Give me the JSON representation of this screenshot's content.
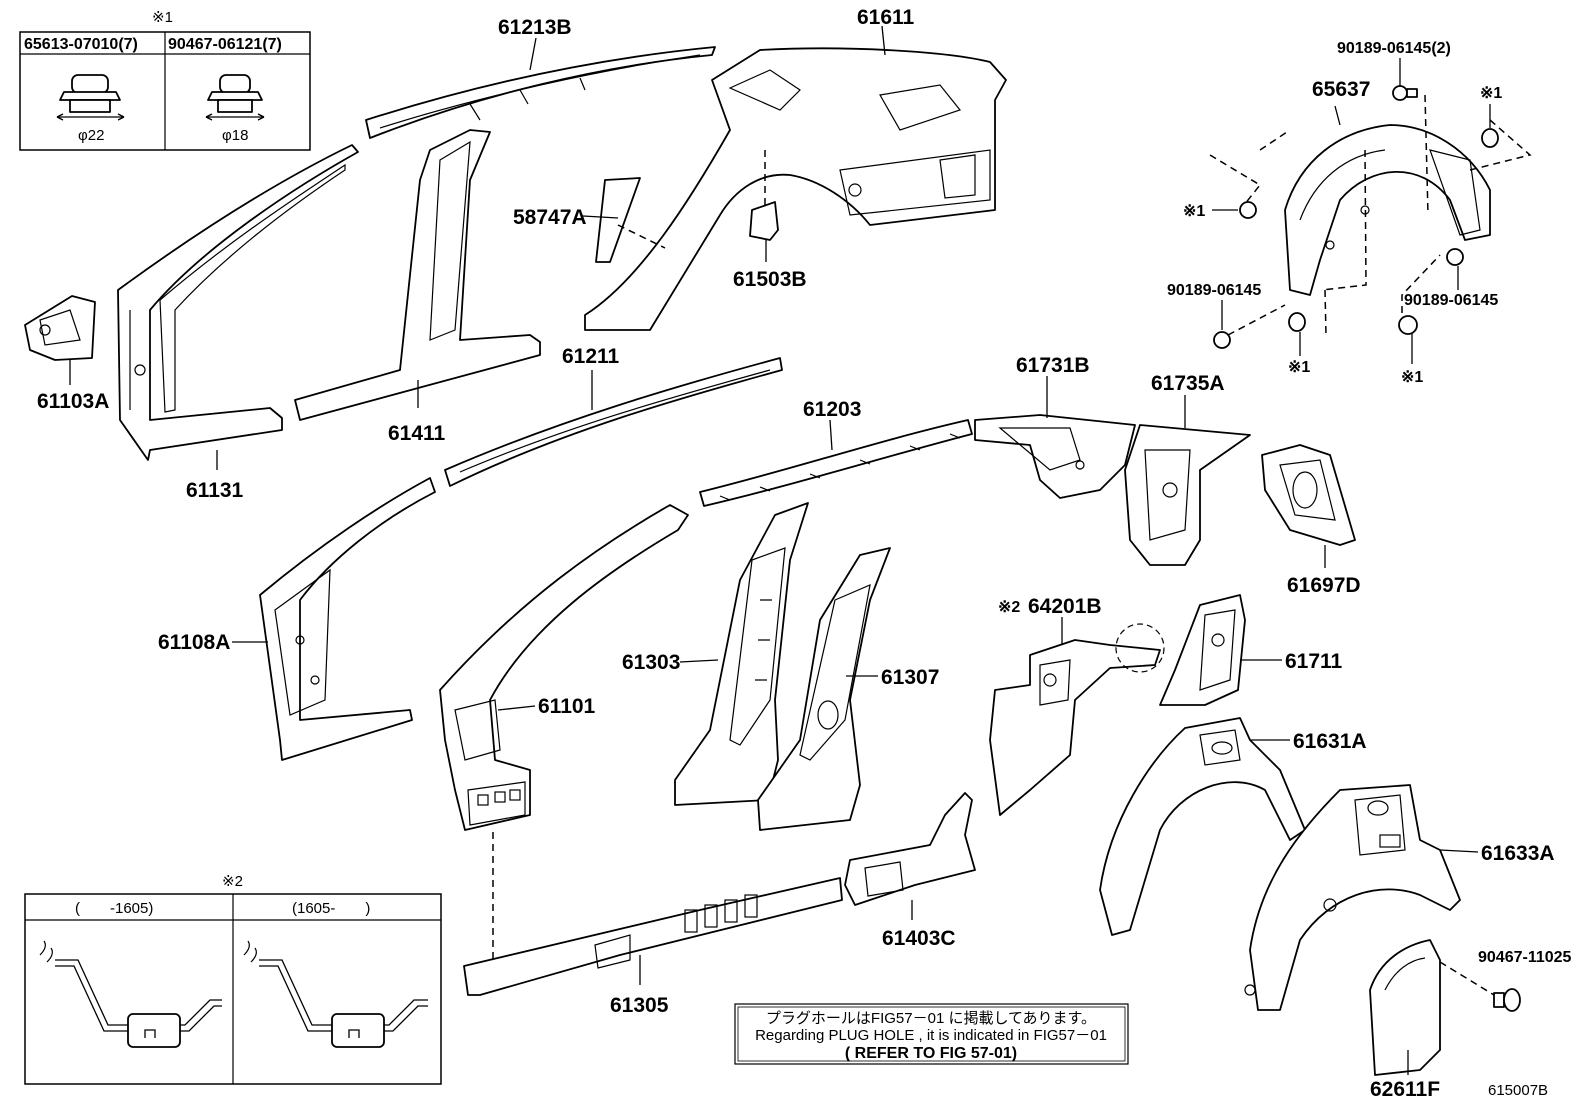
{
  "legend1": {
    "mark": "※1",
    "part_a": "65613-07010(7)",
    "part_b": "90467-06121(7)",
    "dim_a": "φ22",
    "dim_b": "φ18"
  },
  "legend2": {
    "mark": "※2",
    "col_a": "(　　-1605)",
    "col_b": "(1605-　　)"
  },
  "labels": {
    "p61213B": "61213B",
    "p61611": "61611",
    "p58747A": "58747A",
    "p61503B": "61503B",
    "p61103A": "61103A",
    "p61131": "61131",
    "p61411": "61411",
    "p61211": "61211",
    "p61203": "61203",
    "p61731B": "61731B",
    "p61735A": "61735A",
    "p61697D": "61697D",
    "p61108A": "61108A",
    "p61101": "61101",
    "p61303": "61303",
    "p61307": "61307",
    "p64201B": "64201B",
    "p64201B_mark": "※2",
    "p61711": "61711",
    "p61631A": "61631A",
    "p61633A": "61633A",
    "p61403C": "61403C",
    "p61305": "61305",
    "p62611F": "62611F",
    "p90467_11025": "90467-11025",
    "p90189_06145_2": "90189-06145(2)",
    "p65637": "65637",
    "p90189_06145_a": "90189-06145",
    "p90189_06145_b": "90189-06145",
    "mark_1a": "※1",
    "mark_1b": "※1",
    "mark_1c": "※1",
    "mark_1d": "※1"
  },
  "note": {
    "line1": "プラグホールはFIG57－01 に掲載してあります。",
    "line2": "Regarding PLUG HOLE , it is indicated in FIG57－01",
    "line3": "( REFER TO FIG 57-01)"
  },
  "figure_id": "615007B"
}
